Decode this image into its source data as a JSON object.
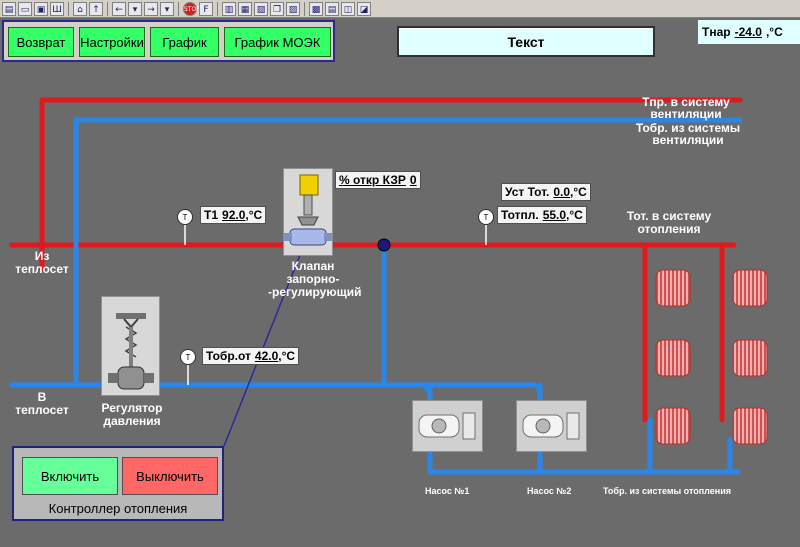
{
  "toolbar": {
    "icons": [
      "print-icon",
      "window-icon",
      "window2-icon",
      "window3-icon",
      "home-icon",
      "up-icon",
      "back-icon",
      "back-dropdown-icon",
      "forward-icon",
      "forward-dropdown-icon",
      "stop-icon",
      "flag-icon",
      "layout-icon",
      "frame-icon",
      "frame2-icon",
      "copy-icon",
      "pages-icon",
      "screen-icon",
      "screen2-icon",
      "chart-icon",
      "chart2-icon"
    ],
    "stop_label": "STOP",
    "f_label": "F"
  },
  "nav": {
    "back": "Возврат",
    "settings": "Настройки",
    "graph": "График",
    "graph_moek": "График МОЭК"
  },
  "textbox": "Текст",
  "outdoor": {
    "label": "Тнар",
    "value": "-24.0",
    "unit": ",°C"
  },
  "labels": {
    "vent_supply": "Тпр. в систему вентиляции",
    "vent_return": "Тобр. из системы вентиляции",
    "from_heatnet": "Из теплосет",
    "to_heatnet": "В теплосет",
    "valve": "Клапан запорно- -регулирующий",
    "regulator": "Регулятор давления",
    "heat_supply": "Тот. в систему отопления",
    "pump1": "Насос №1",
    "pump2": "Насос №2",
    "heat_return": "Тобр. из системы отопления"
  },
  "readings": {
    "kzr": {
      "label": "% откр КЗР",
      "value": "0"
    },
    "t1": {
      "label": "Т1",
      "value": "92.0",
      "unit": ",°C"
    },
    "ust": {
      "label": "Уст Тот.",
      "value": "0.0",
      "unit": ",°C"
    },
    "totpl": {
      "label": "Тотпл.",
      "value": "55.0",
      "unit": ",°C"
    },
    "tobr": {
      "label": "Тобр.от",
      "value": "42.0",
      "unit": ",°C"
    }
  },
  "sensor_letter": "T",
  "controller": {
    "on": "Включить",
    "off": "Выключить",
    "title": "Контроллер отопления",
    "on_color": "#66ff99",
    "off_color": "#ff6666"
  },
  "colors": {
    "supply_pipe": "#e0191e",
    "return_pipe": "#2a86e8",
    "background": "#6b6b6b"
  }
}
